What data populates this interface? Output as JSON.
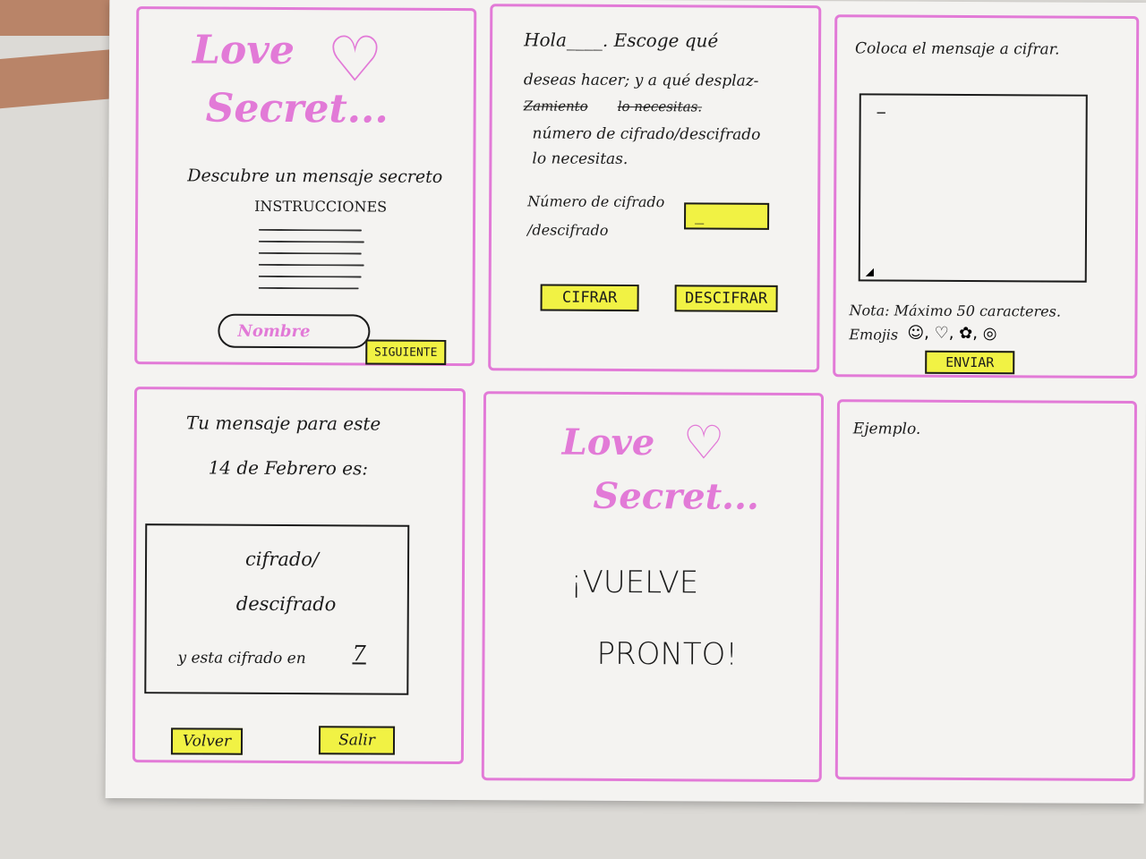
{
  "colors": {
    "accent": "#e27ad7",
    "highlight": "#f1f244",
    "ink": "#1b1b1b"
  },
  "screen1": {
    "logo_line1": "Love",
    "logo_line2": "Secret...",
    "heading": "Descubre un mensaje secreto",
    "instructions_title": "INSTRUCCIONES",
    "name_placeholder": "Nombre",
    "next_button": "SIGUIENTE"
  },
  "screen2": {
    "greeting_line1": "Hola____. Escoge qué",
    "greeting_line2": "deseas hacer; y a qué desplaz-",
    "greeting_struck": "Zamiento",
    "greeting_line3": "lo necesitas.",
    "greeting_line4": "número de cifrado/descifrado",
    "greeting_line5": "lo necesitas.",
    "offset_label_line1": "Número de cifrado",
    "offset_label_line2": "/descifrado",
    "offset_value": "_",
    "cipher_button": "CIFRAR",
    "decipher_button": "DESCIFRAR"
  },
  "screen3": {
    "title": "Coloca el mensaje a cifrar.",
    "textarea_value": "_",
    "note": "Nota: Máximo 50 caracteres.",
    "emojis": "Emojis",
    "send_button": "ENVIAR"
  },
  "screen4": {
    "title_line1": "Tu mensaje para este",
    "title_line2": "14 de Febrero es:",
    "result_line1": "cifrado/",
    "result_line2": "descifrado",
    "result_line3": "y esta cifrado en",
    "result_value": "7",
    "back_button": "Volver",
    "exit_button": "Salir"
  },
  "screen5": {
    "logo_line1": "Love",
    "logo_line2": "Secret...",
    "farewell_line1": "¡VUELVE",
    "farewell_line2": "PRONTO!"
  },
  "screen6": {
    "title": "Ejemplo."
  }
}
